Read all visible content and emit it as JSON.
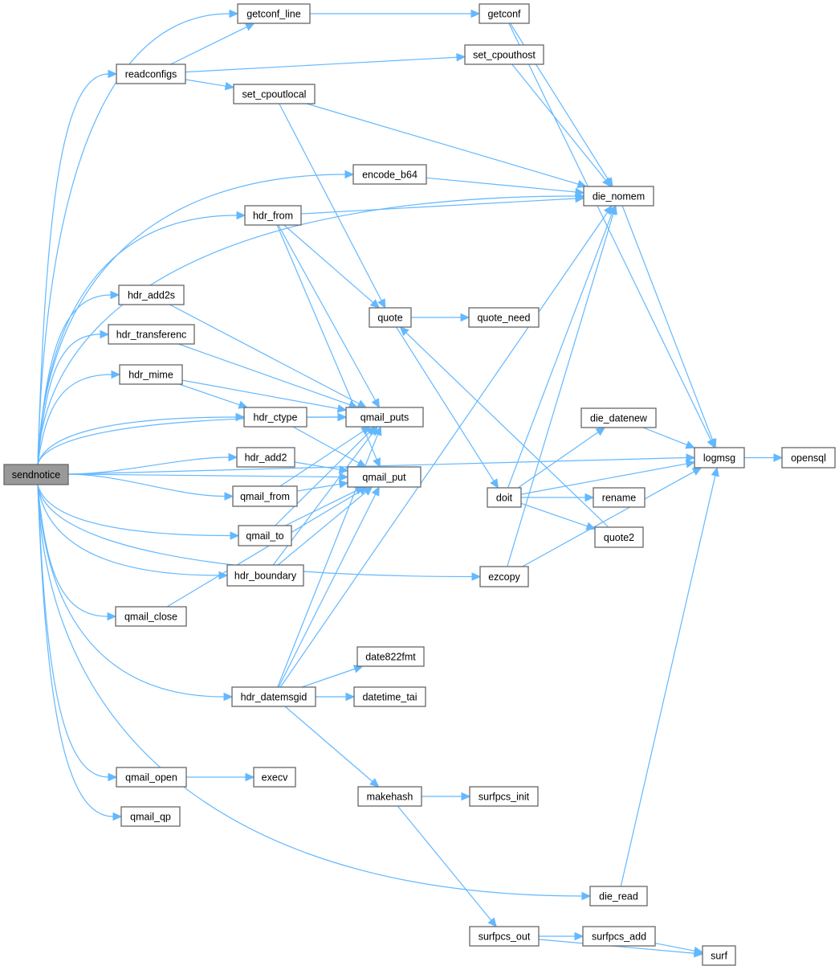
{
  "title": "sendnotice call graph",
  "colors": {
    "edge": "#63b8ff",
    "node_border": "#666666",
    "root_fill": "#999999"
  },
  "root": "sendnotice",
  "nodes": [
    {
      "id": "sendnotice",
      "label": "sendnotice"
    },
    {
      "id": "getconf_line",
      "label": "getconf_line"
    },
    {
      "id": "getconf",
      "label": "getconf"
    },
    {
      "id": "readconfigs",
      "label": "readconfigs"
    },
    {
      "id": "set_cpouthost",
      "label": "set_cpouthost"
    },
    {
      "id": "set_cpoutlocal",
      "label": "set_cpoutlocal"
    },
    {
      "id": "encode_b64",
      "label": "encode_b64"
    },
    {
      "id": "die_nomem",
      "label": "die_nomem"
    },
    {
      "id": "hdr_from",
      "label": "hdr_from"
    },
    {
      "id": "hdr_add2s",
      "label": "hdr_add2s"
    },
    {
      "id": "quote",
      "label": "quote"
    },
    {
      "id": "quote_need",
      "label": "quote_need"
    },
    {
      "id": "hdr_transferenc",
      "label": "hdr_transferenc"
    },
    {
      "id": "hdr_mime",
      "label": "hdr_mime"
    },
    {
      "id": "qmail_puts",
      "label": "qmail_puts"
    },
    {
      "id": "die_datenew",
      "label": "die_datenew"
    },
    {
      "id": "hdr_ctype",
      "label": "hdr_ctype"
    },
    {
      "id": "hdr_add2",
      "label": "hdr_add2"
    },
    {
      "id": "logmsg",
      "label": "logmsg"
    },
    {
      "id": "opensql",
      "label": "opensql"
    },
    {
      "id": "qmail_put",
      "label": "qmail_put"
    },
    {
      "id": "qmail_from",
      "label": "qmail_from"
    },
    {
      "id": "doit",
      "label": "doit"
    },
    {
      "id": "rename",
      "label": "rename"
    },
    {
      "id": "qmail_to",
      "label": "qmail_to"
    },
    {
      "id": "quote2",
      "label": "quote2"
    },
    {
      "id": "hdr_boundary",
      "label": "hdr_boundary"
    },
    {
      "id": "ezcopy",
      "label": "ezcopy"
    },
    {
      "id": "qmail_close",
      "label": "qmail_close"
    },
    {
      "id": "date822fmt",
      "label": "date822fmt"
    },
    {
      "id": "hdr_datemsgid",
      "label": "hdr_datemsgid"
    },
    {
      "id": "datetime_tai",
      "label": "datetime_tai"
    },
    {
      "id": "qmail_open",
      "label": "qmail_open"
    },
    {
      "id": "execv",
      "label": "execv"
    },
    {
      "id": "makehash",
      "label": "makehash"
    },
    {
      "id": "surfpcs_init",
      "label": "surfpcs_init"
    },
    {
      "id": "qmail_qp",
      "label": "qmail_qp"
    },
    {
      "id": "die_read",
      "label": "die_read"
    },
    {
      "id": "surfpcs_out",
      "label": "surfpcs_out"
    },
    {
      "id": "surfpcs_add",
      "label": "surfpcs_add"
    },
    {
      "id": "surf",
      "label": "surf"
    }
  ],
  "edges": [
    [
      "sendnotice",
      "readconfigs"
    ],
    [
      "sendnotice",
      "getconf_line"
    ],
    [
      "sendnotice",
      "die_nomem"
    ],
    [
      "sendnotice",
      "encode_b64"
    ],
    [
      "sendnotice",
      "hdr_from"
    ],
    [
      "sendnotice",
      "hdr_add2s"
    ],
    [
      "sendnotice",
      "hdr_transferenc"
    ],
    [
      "sendnotice",
      "hdr_mime"
    ],
    [
      "sendnotice",
      "qmail_puts"
    ],
    [
      "sendnotice",
      "hdr_ctype"
    ],
    [
      "sendnotice",
      "hdr_add2"
    ],
    [
      "sendnotice",
      "qmail_from"
    ],
    [
      "sendnotice",
      "qmail_to"
    ],
    [
      "sendnotice",
      "hdr_boundary"
    ],
    [
      "sendnotice",
      "qmail_close"
    ],
    [
      "sendnotice",
      "qmail_put"
    ],
    [
      "sendnotice",
      "hdr_datemsgid"
    ],
    [
      "sendnotice",
      "ezcopy"
    ],
    [
      "sendnotice",
      "qmail_open"
    ],
    [
      "sendnotice",
      "qmail_qp"
    ],
    [
      "sendnotice",
      "logmsg"
    ],
    [
      "sendnotice",
      "die_read"
    ],
    [
      "readconfigs",
      "getconf_line"
    ],
    [
      "readconfigs",
      "set_cpouthost"
    ],
    [
      "readconfigs",
      "set_cpoutlocal"
    ],
    [
      "getconf_line",
      "getconf"
    ],
    [
      "getconf",
      "die_nomem"
    ],
    [
      "getconf",
      "logmsg"
    ],
    [
      "set_cpouthost",
      "die_nomem"
    ],
    [
      "set_cpoutlocal",
      "die_nomem"
    ],
    [
      "set_cpoutlocal",
      "quote"
    ],
    [
      "encode_b64",
      "die_nomem"
    ],
    [
      "hdr_from",
      "die_nomem"
    ],
    [
      "hdr_from",
      "quote"
    ],
    [
      "hdr_from",
      "qmail_puts"
    ],
    [
      "hdr_from",
      "qmail_put"
    ],
    [
      "hdr_add2s",
      "qmail_puts"
    ],
    [
      "hdr_transferenc",
      "qmail_puts"
    ],
    [
      "hdr_mime",
      "qmail_puts"
    ],
    [
      "hdr_mime",
      "hdr_ctype"
    ],
    [
      "hdr_ctype",
      "qmail_puts"
    ],
    [
      "hdr_ctype",
      "qmail_put"
    ],
    [
      "hdr_add2",
      "qmail_put"
    ],
    [
      "qmail_from",
      "qmail_puts"
    ],
    [
      "qmail_from",
      "qmail_put"
    ],
    [
      "qmail_to",
      "qmail_puts"
    ],
    [
      "qmail_to",
      "qmail_put"
    ],
    [
      "hdr_boundary",
      "qmail_puts"
    ],
    [
      "hdr_boundary",
      "qmail_put"
    ],
    [
      "qmail_close",
      "qmail_put"
    ],
    [
      "hdr_datemsgid",
      "date822fmt"
    ],
    [
      "hdr_datemsgid",
      "datetime_tai"
    ],
    [
      "hdr_datemsgid",
      "makehash"
    ],
    [
      "hdr_datemsgid",
      "die_nomem"
    ],
    [
      "hdr_datemsgid",
      "qmail_puts"
    ],
    [
      "hdr_datemsgid",
      "qmail_put"
    ],
    [
      "quote",
      "quote_need"
    ],
    [
      "quote",
      "doit"
    ],
    [
      "doit",
      "die_datenew"
    ],
    [
      "doit",
      "die_nomem"
    ],
    [
      "doit",
      "logmsg"
    ],
    [
      "doit",
      "rename"
    ],
    [
      "doit",
      "quote2"
    ],
    [
      "quote2",
      "quote"
    ],
    [
      "die_datenew",
      "logmsg"
    ],
    [
      "ezcopy",
      "die_nomem"
    ],
    [
      "ezcopy",
      "logmsg"
    ],
    [
      "die_nomem",
      "logmsg"
    ],
    [
      "logmsg",
      "opensql"
    ],
    [
      "qmail_open",
      "execv"
    ],
    [
      "makehash",
      "surfpcs_init"
    ],
    [
      "makehash",
      "surfpcs_out"
    ],
    [
      "surfpcs_out",
      "surfpcs_add"
    ],
    [
      "surfpcs_out",
      "surf"
    ],
    [
      "surfpcs_add",
      "surf"
    ],
    [
      "die_read",
      "logmsg"
    ]
  ]
}
